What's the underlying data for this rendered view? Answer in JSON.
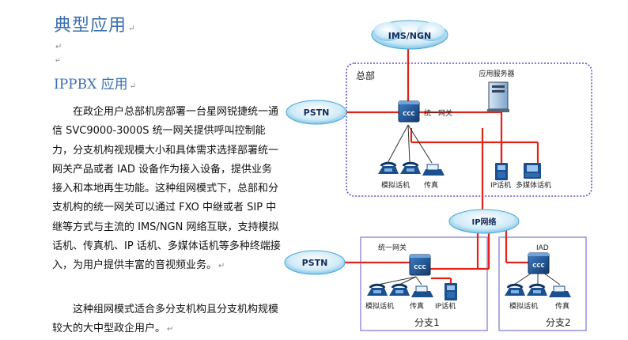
{
  "doc": {
    "title": "典型应用",
    "subtitle": "IPPBX 应用",
    "para1": "在政企用户总部机房部署一台星网锐捷统一通信 SVC9000-3000S 统一网关提供呼叫控制能力，分支机构视规模大小和具体需求选择部署统一网关产品或者 IAD 设备作为接入设备，提供业务接入和本地再生功能。这种组网模式下，总部和分支机构的统一网关可以通过 FXO 中继或者 SIP 中继等方式与主流的 IMS/NGN 网络互联，支持模拟话机、传真机、IP 话机、多媒体话机等多种终端接入，为用户提供丰富的音视频业务。",
    "para2": "这种组网模式适合多分支机构且分支机构规模较大的大中型政企用户。",
    "para_mark": "↵",
    "blank_mark": "↵"
  },
  "diagram": {
    "ims_label": "IMS/NGN",
    "hq_label": "总部",
    "app_server_label": "应用服务器",
    "pstn_label": "PSTN",
    "gateway_label": "统一网关",
    "gateway_tag": "CCC",
    "analog_phone_label": "模拟话机",
    "fax_label": "传真",
    "ip_phone_label": "IP话机",
    "multimedia_phone_label": "多媒体话机",
    "ip_network_label": "IP网络",
    "branch1_gateway_label": "统一网关",
    "iad_label": "IAD",
    "branch1_label": "分支1",
    "branch2_label": "分支2",
    "colors": {
      "link": "#e0231b",
      "box": "#5a55c8",
      "cloud": "#3aa3d6",
      "device": "#1b4f8e"
    }
  }
}
